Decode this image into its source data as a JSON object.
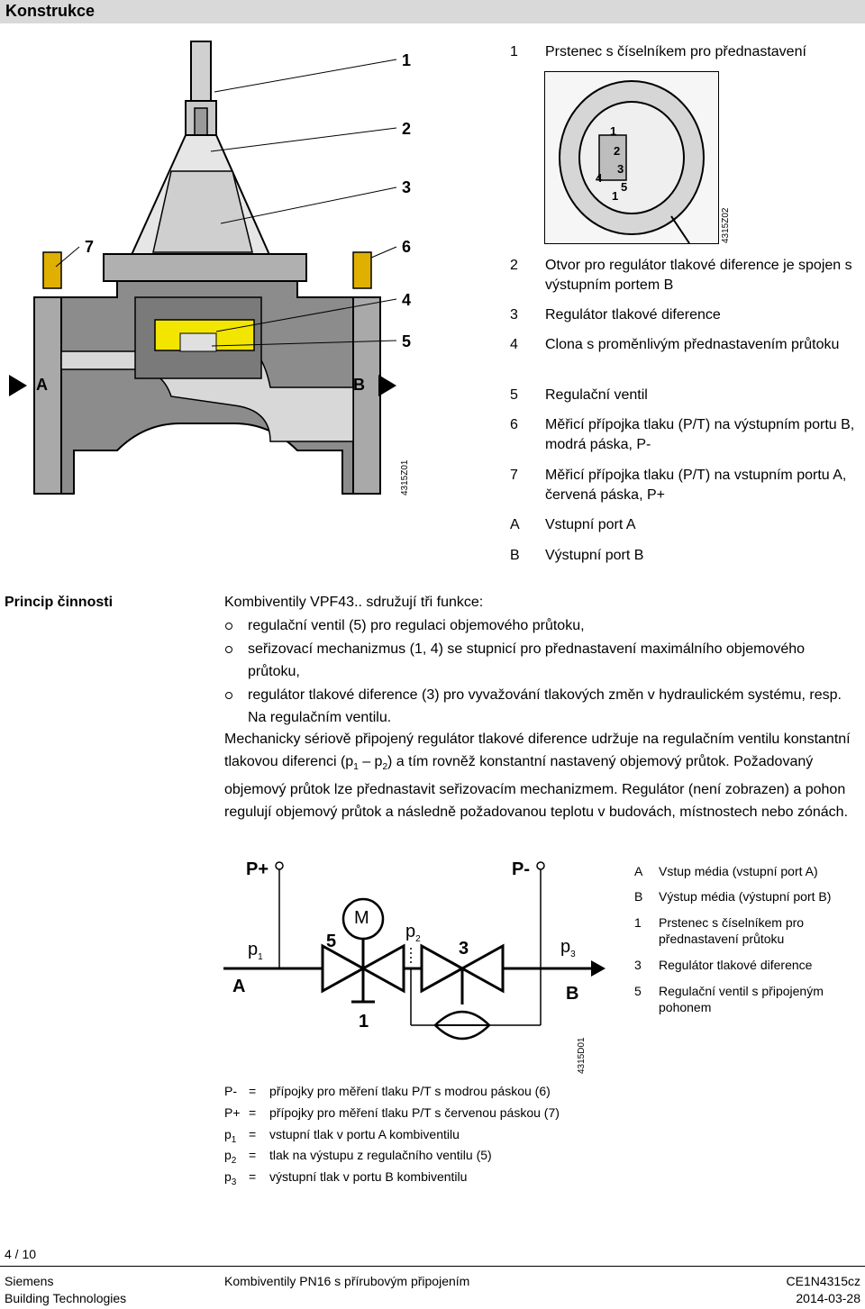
{
  "header": {
    "title": "Konstrukce"
  },
  "fig1": {
    "callouts": [
      "1",
      "2",
      "3",
      "6",
      "4",
      "5",
      "7"
    ],
    "port_a": "A",
    "port_b": "B",
    "id_main": "4315Z01",
    "id_detail": "4315Z02",
    "dial_numbers": [
      "1",
      "2",
      "3",
      "4",
      "5",
      "1"
    ]
  },
  "legend1": [
    {
      "num": "1",
      "text": "Prstenec s číselníkem pro přednastavení"
    },
    {
      "num": "2",
      "text": "Otvor pro regulátor tlakové diference je spojen s výstupním portem B"
    },
    {
      "num": "3",
      "text": "Regulátor tlakové diference"
    },
    {
      "num": "4",
      "text": "Clona s proměnlivým přednastavením průtoku"
    },
    {
      "num": "5",
      "text": "Regulační ventil"
    },
    {
      "num": "6",
      "text": "Měřicí přípojka tlaku (P/T) na výstupním portu B, modrá páska, P-"
    },
    {
      "num": "7",
      "text": "Měřicí přípojka tlaku (P/T) na vstupním portu A, červená páska, P+"
    },
    {
      "num": "A",
      "text": "Vstupní port A"
    },
    {
      "num": "B",
      "text": "Výstupní port B"
    }
  ],
  "principle": {
    "heading": "Princip činnosti",
    "intro": "Kombiventily VPF43.. sdružují tři funkce:",
    "bullets": [
      "regulační ventil (5) pro regulaci objemového průtoku,",
      "seřizovací mechanizmus (1, 4) se stupnicí pro přednastavení maximálního objemového průtoku,",
      "regulátor tlakové diference (3) pro vyvažování tlakových změn v hydraulickém systému, resp. Na regulačním ventilu."
    ],
    "para_a": "Mechanicky sériově připojený regulátor tlakové diference udržuje na regulačním ventilu konstantní tlakovou diferenci (p",
    "para_p1": "1",
    "para_dash": " – p",
    "para_p2": "2",
    "para_b": ") a tím rovněž konstantní nastavený objemový průtok. Požadovaný objemový průtok lze přednastavit seřizovacím mechanizmem. Regulátor (není zobrazen) a pohon regulují objemový průtok a následně požadovanou teplotu v budovách, místnostech nebo zónách."
  },
  "schema": {
    "p_plus": "P+",
    "p_minus": "P-",
    "p1": "p",
    "p1_sub": "1",
    "p2": "p",
    "p2_sub": "2",
    "p3": "p",
    "p3_sub": "3",
    "m": "M",
    "n5": "5",
    "n3": "3",
    "n1": "1",
    "a": "A",
    "b": "B",
    "id": "4315D01"
  },
  "legend2": [
    {
      "key": "A",
      "text": "Vstup média (vstupní port A)"
    },
    {
      "key": "B",
      "text": "Výstup média (výstupní port B)"
    },
    {
      "key": "1",
      "text": "Prstenec s číselníkem pro přednastavení průtoku"
    },
    {
      "key": "3",
      "text": "Regulátor tlakové diference"
    },
    {
      "key": "5",
      "text": "Regulační ventil s připojeným pohonem"
    }
  ],
  "defs": [
    {
      "sym": "P-",
      "sub": "",
      "eq": "=",
      "text": "přípojky pro měření tlaku P/T s modrou páskou (6)"
    },
    {
      "sym": "P+",
      "sub": "",
      "eq": "=",
      "text": "přípojky pro měření tlaku P/T s červenou páskou (7)"
    },
    {
      "sym": "p",
      "sub": "1",
      "eq": "=",
      "text": "vstupní tlak v portu A kombiventilu"
    },
    {
      "sym": "p",
      "sub": "2",
      "eq": "=",
      "text": "tlak na výstupu z regulačního ventilu (5)"
    },
    {
      "sym": "p",
      "sub": "3",
      "eq": "=",
      "text": "výstupní tlak v portu B kombiventilu"
    }
  ],
  "footer": {
    "page": "4 / 10",
    "company": "Siemens",
    "division": "Building Technologies",
    "product": "Kombiventily PN16 s přírubovým připojením",
    "doc": "CE1N4315cz",
    "date": "2014-03-28"
  }
}
